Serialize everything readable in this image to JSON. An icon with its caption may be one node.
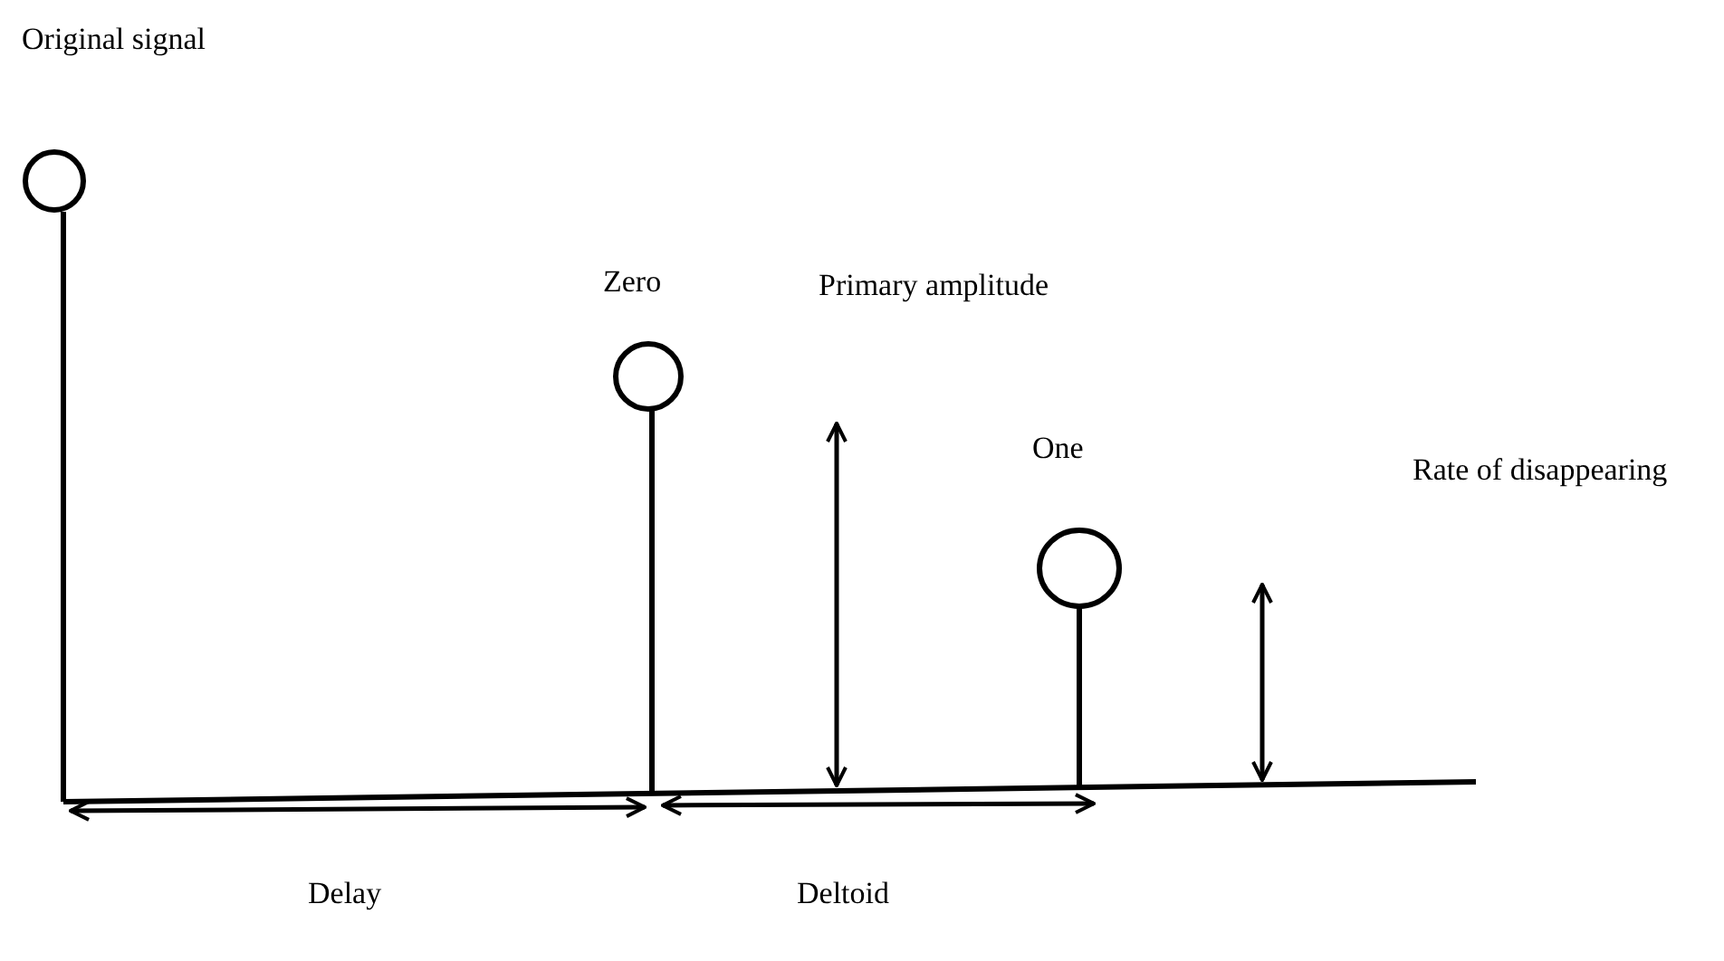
{
  "diagram": {
    "labels": [
      "Original signal",
      "Zero",
      "Primary amplitude",
      "One",
      "Rate of disappearing",
      "Delay",
      "Deltoid"
    ]
  }
}
